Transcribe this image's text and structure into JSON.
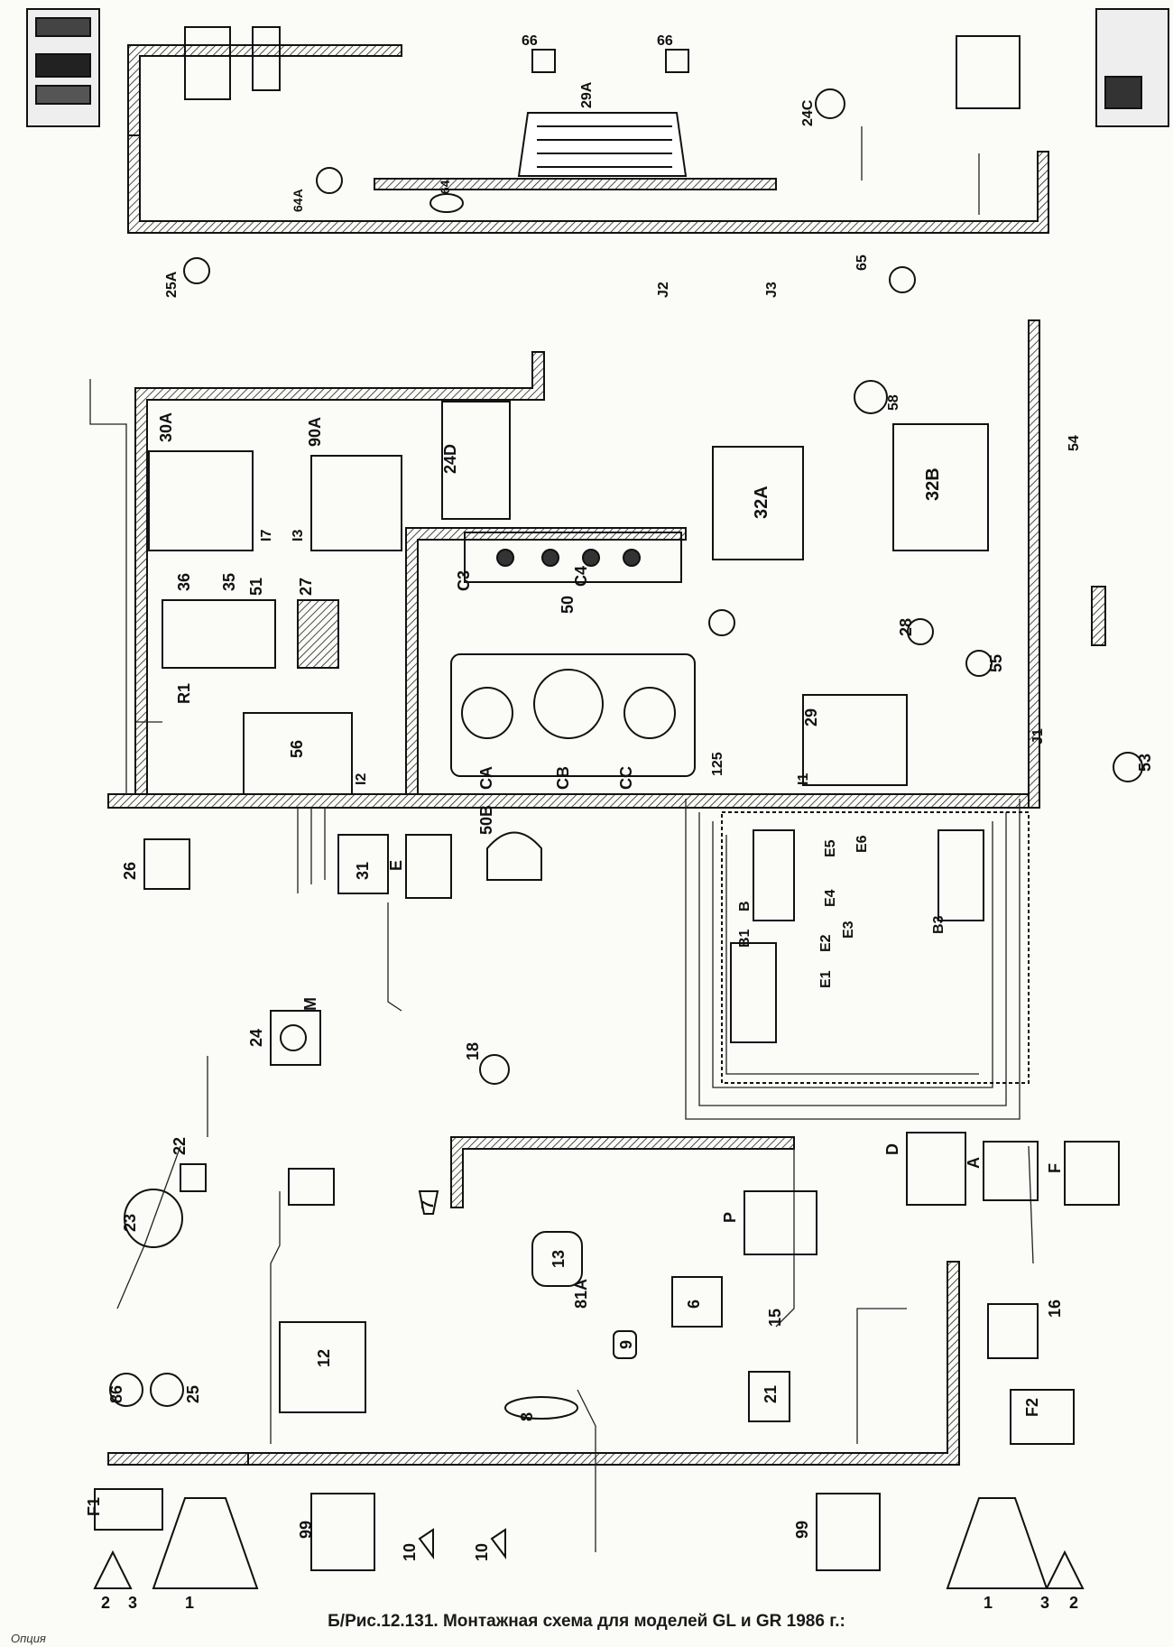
{
  "caption": "Б/Рис.12.131. Монтажная схема для моделей GL и GR 1986 г.:",
  "note": "Опция",
  "components": [
    {
      "id": "66a",
      "label": "66"
    },
    {
      "id": "66b",
      "label": "66"
    },
    {
      "id": "29A",
      "label": "29A"
    },
    {
      "id": "24C",
      "label": "24C"
    },
    {
      "id": "64A",
      "label": "64A"
    },
    {
      "id": "64",
      "label": "64"
    },
    {
      "id": "25A",
      "label": "25A"
    },
    {
      "id": "65",
      "label": "65"
    },
    {
      "id": "30A",
      "label": "30A"
    },
    {
      "id": "90A",
      "label": "90A"
    },
    {
      "id": "24D",
      "label": "24D"
    },
    {
      "id": "32A",
      "label": "32A"
    },
    {
      "id": "58",
      "label": "58"
    },
    {
      "id": "32B",
      "label": "32B"
    },
    {
      "id": "54",
      "label": "54"
    },
    {
      "id": "36",
      "label": "36"
    },
    {
      "id": "35",
      "label": "35"
    },
    {
      "id": "51",
      "label": "51"
    },
    {
      "id": "27",
      "label": "27"
    },
    {
      "id": "R1",
      "label": "R1"
    },
    {
      "id": "56",
      "label": "56"
    },
    {
      "id": "50",
      "label": "50"
    },
    {
      "id": "28",
      "label": "28"
    },
    {
      "id": "55",
      "label": "55"
    },
    {
      "id": "29",
      "label": "29"
    },
    {
      "id": "53",
      "label": "53"
    },
    {
      "id": "26",
      "label": "26"
    },
    {
      "id": "31",
      "label": "31"
    },
    {
      "id": "50B",
      "label": "50B"
    },
    {
      "id": "24",
      "label": "24"
    },
    {
      "id": "18",
      "label": "18"
    },
    {
      "id": "22",
      "label": "22"
    },
    {
      "id": "23",
      "label": "23"
    },
    {
      "id": "7",
      "label": "7"
    },
    {
      "id": "13",
      "label": "13"
    },
    {
      "id": "81A",
      "label": "81A"
    },
    {
      "id": "12",
      "label": "12"
    },
    {
      "id": "86",
      "label": "86"
    },
    {
      "id": "25",
      "label": "25"
    },
    {
      "id": "6",
      "label": "6"
    },
    {
      "id": "15",
      "label": "15"
    },
    {
      "id": "16",
      "label": "16"
    },
    {
      "id": "21",
      "label": "21"
    },
    {
      "id": "9",
      "label": "9"
    },
    {
      "id": "8",
      "label": "8"
    },
    {
      "id": "99a",
      "label": "99"
    },
    {
      "id": "99b",
      "label": "99"
    },
    {
      "id": "10a",
      "label": "10"
    },
    {
      "id": "10b",
      "label": "10"
    },
    {
      "id": "F1",
      "label": "F1"
    },
    {
      "id": "F2",
      "label": "F2"
    },
    {
      "id": "C3",
      "label": "C3"
    },
    {
      "id": "C4",
      "label": "C4"
    },
    {
      "id": "CA",
      "label": "CA"
    },
    {
      "id": "CB",
      "label": "CB"
    },
    {
      "id": "CC",
      "label": "CC"
    },
    {
      "id": "J1",
      "label": "J1"
    },
    {
      "id": "J2",
      "label": "J2"
    },
    {
      "id": "J3",
      "label": "J3"
    },
    {
      "id": "I1",
      "label": "I1"
    },
    {
      "id": "I2",
      "label": "I2"
    },
    {
      "id": "I3",
      "label": "I3"
    },
    {
      "id": "I7",
      "label": "I7"
    },
    {
      "id": "B",
      "label": "B"
    },
    {
      "id": "B1",
      "label": "B1"
    },
    {
      "id": "B3",
      "label": "B3"
    },
    {
      "id": "D",
      "label": "D"
    },
    {
      "id": "A",
      "label": "A"
    },
    {
      "id": "F",
      "label": "F"
    },
    {
      "id": "P",
      "label": "P"
    },
    {
      "id": "E",
      "label": "E"
    },
    {
      "id": "M",
      "label": "M"
    },
    {
      "id": "125",
      "label": "125"
    },
    {
      "id": "E1",
      "label": "E1"
    },
    {
      "id": "E2",
      "label": "E2"
    },
    {
      "id": "E3",
      "label": "E3"
    },
    {
      "id": "E4",
      "label": "E4"
    },
    {
      "id": "E5",
      "label": "E5"
    },
    {
      "id": "E6",
      "label": "E6"
    },
    {
      "id": "bulb1",
      "label": "1"
    },
    {
      "id": "bulb2",
      "label": "2"
    },
    {
      "id": "bulb3",
      "label": "3"
    },
    {
      "id": "bulb1b",
      "label": "1"
    },
    {
      "id": "bulb3b",
      "label": "3"
    },
    {
      "id": "bulb2b",
      "label": "2"
    }
  ]
}
